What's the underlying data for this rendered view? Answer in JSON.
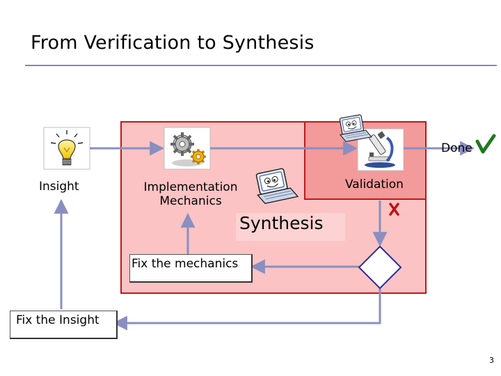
{
  "slide": {
    "title": "From Verification to Synthesis",
    "page_number": "3"
  },
  "diagram": {
    "insight_label": "Insight",
    "implementation_label_line1": "Implementation",
    "implementation_label_line2": "Mechanics",
    "synthesis_label": "Synthesis",
    "validation_label": "Validation",
    "done_label": "Done",
    "fix_mechanics_label": "Fix the mechanics",
    "fix_insight_label": "Fix the Insight"
  },
  "icons": {
    "insight": "lightbulb-icon",
    "implementation": "gears-icon",
    "synthesis": "laptop-character-icon",
    "validation": "microscope-icon",
    "validation_agent": "laptop-character-icon",
    "done": "checkmark-icon",
    "fail": "x-mark-icon",
    "decision": "diamond-icon"
  },
  "colors": {
    "synthesis_region": "#fbc3c3",
    "validation_region": "#f39a9a",
    "region_border": "#c01818",
    "arrow": "#8a8fc0",
    "checkmark": "#1f7a1f",
    "x_mark": "#c01010",
    "diamond_border": "#2a2aa0",
    "title_rule": "#7b8cb0"
  }
}
